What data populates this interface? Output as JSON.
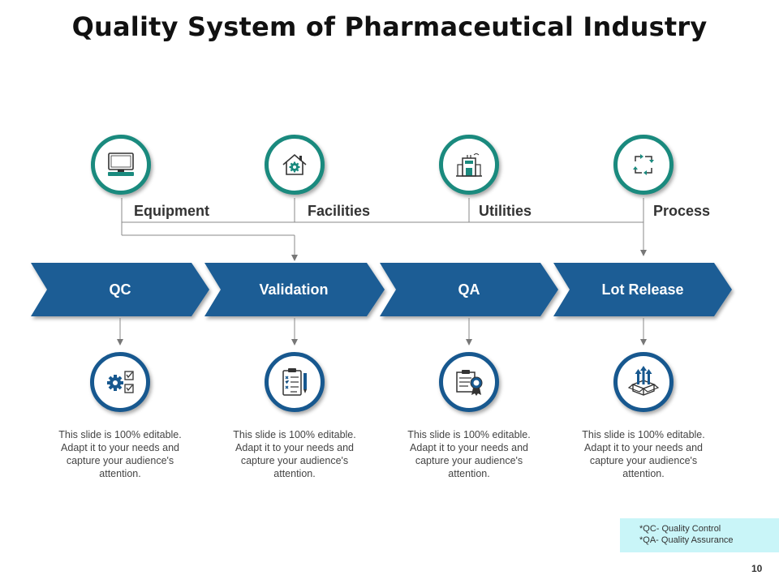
{
  "title": "Quality System of Pharmaceutical Industry",
  "categories": [
    {
      "label": "Equipment",
      "icon": "computer-icon"
    },
    {
      "label": "Facilities",
      "icon": "house-gear-icon"
    },
    {
      "label": "Utilities",
      "icon": "building-icon"
    },
    {
      "label": "Process",
      "icon": "process-cycle-icon"
    }
  ],
  "stages": [
    {
      "label": "QC",
      "icon": "gear-checklist-icon",
      "description": "This slide is 100% editable. Adapt it to your needs and capture your audience's attention."
    },
    {
      "label": "Validation",
      "icon": "clipboard-pencil-icon",
      "description": "This slide is 100% editable. Adapt it to your needs and capture your audience's attention."
    },
    {
      "label": "QA",
      "icon": "certificate-icon",
      "description": "This slide is 100% editable. Adapt it to your needs and capture your audience's attention."
    },
    {
      "label": "Lot Release",
      "icon": "box-arrows-icon",
      "description": "This slide is 100% editable. Adapt it to your needs and capture your audience's attention."
    }
  ],
  "legend": {
    "line1": "*QC- Quality Control",
    "line2": "*QA- Quality Assurance"
  },
  "page_number": "10",
  "colors": {
    "teal": "#1a8a7e",
    "blue": "#17588f",
    "arrow_blue": "#1a5d95",
    "legend_bg": "#c9f5f8"
  }
}
